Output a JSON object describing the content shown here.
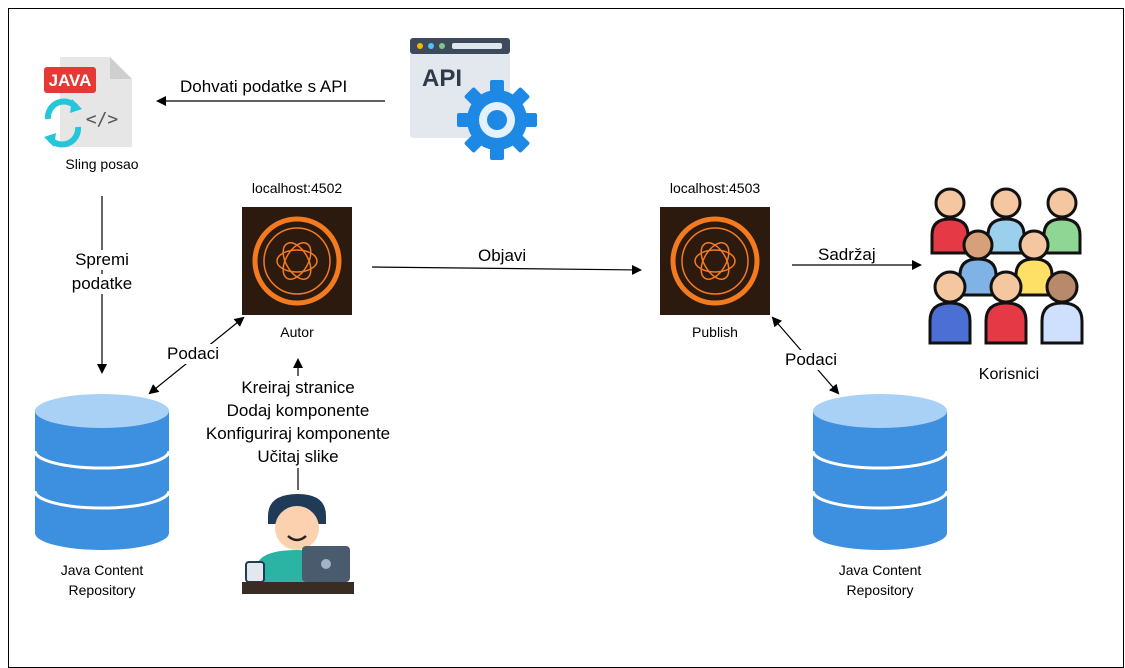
{
  "labels": {
    "fetch_api": "Dohvati podatke s API",
    "sling_job": "Sling posao",
    "save_data_line1": "Spremi",
    "save_data_line2": "podatke",
    "author_host": "localhost:4502",
    "publish_host": "localhost:4503",
    "author": "Autor",
    "publish": "Publish",
    "publish_action": "Objavi",
    "content": "Sadržaj",
    "users": "Korisnici",
    "data_left": "Podaci",
    "data_right": "Podaci",
    "jcr_left_line1": "Java Content",
    "jcr_left_line2": "Repository",
    "jcr_right_line1": "Java Content",
    "jcr_right_line2": "Repository"
  },
  "author_tasks": [
    "Kreiraj stranice",
    "Dodaj komponente",
    "Konfiguriraj komponente",
    "Učitaj slike"
  ],
  "icons": {
    "java_badge": "JAVA",
    "api_text": "API"
  },
  "colors": {
    "aem_bg": "#2b1a0d",
    "aem_ring": "#f47a20",
    "db_top": "#a9d0f5",
    "db_body": "#3d8fe0",
    "java_red": "#e53935",
    "gear_blue": "#1e88e5"
  }
}
